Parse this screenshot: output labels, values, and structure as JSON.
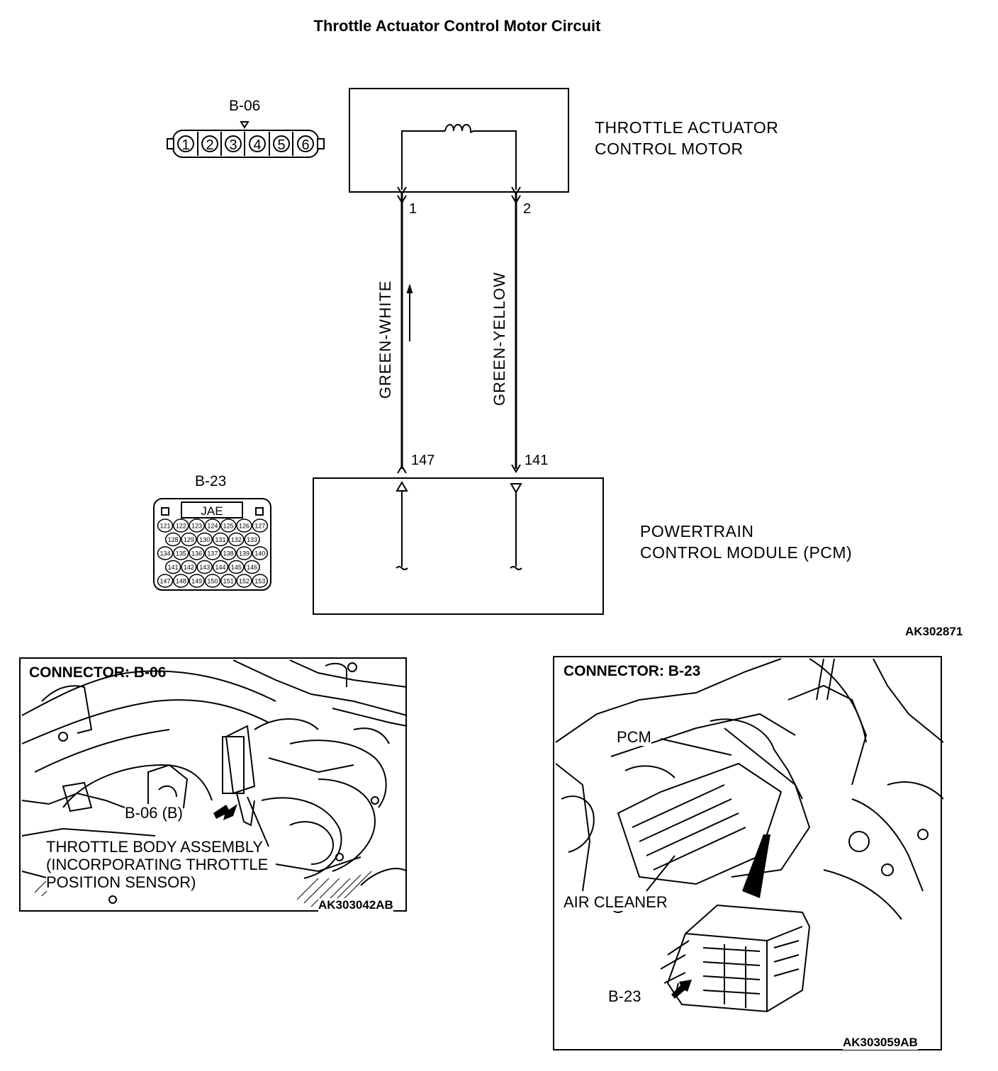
{
  "title": "Throttle Actuator Control Motor Circuit",
  "motor": {
    "label_line1": "THROTTLE ACTUATOR",
    "label_line2": "CONTROL MOTOR"
  },
  "pcm": {
    "label_line1": "POWERTRAIN",
    "label_line2": "CONTROL MODULE (PCM)"
  },
  "pins": {
    "motor_pin1": "1",
    "motor_pin2": "2",
    "pcm_pin147": "147",
    "pcm_pin141": "141"
  },
  "wires": {
    "left": "GREEN-WHITE",
    "right": "GREEN-YELLOW"
  },
  "connector_b06": {
    "label": "B-06",
    "pins": [
      "1",
      "2",
      "3",
      "4",
      "5",
      "6"
    ]
  },
  "connector_b23": {
    "label": "B-23",
    "maker": "JAE",
    "rows": [
      [
        "121",
        "122",
        "123",
        "124",
        "125",
        "126",
        "127"
      ],
      [
        "128",
        "129",
        "130",
        "131",
        "132",
        "133"
      ],
      [
        "134",
        "135",
        "136",
        "137",
        "138",
        "139",
        "140"
      ],
      [
        "141",
        "142",
        "143",
        "144",
        "145",
        "146"
      ],
      [
        "147",
        "148",
        "149",
        "150",
        "151",
        "152",
        "153"
      ]
    ]
  },
  "diagram_id": "AK302871",
  "panel_left": {
    "heading": "CONNECTOR: B-06",
    "pointer_label": "B-06 (B)",
    "caption_line1": "THROTTLE BODY ASSEMBLY",
    "caption_line2": "(INCORPORATING THROTTLE",
    "caption_line3": "POSITION SENSOR)",
    "figure_id": "AK303042AB"
  },
  "panel_right": {
    "heading": "CONNECTOR: B-23",
    "pcm_label": "PCM",
    "air_cleaner_label": "AIR CLEANER",
    "pointer_label": "B-23",
    "figure_id": "AK303059AB"
  }
}
